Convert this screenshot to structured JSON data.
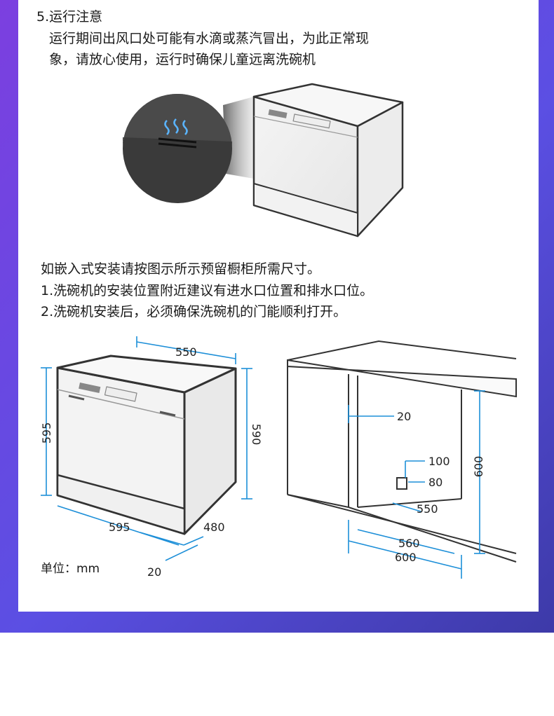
{
  "section": {
    "title": "5.运行注意",
    "line1": "运行期间出风口处可能有水滴或蒸汽冒出，为此正常现",
    "line2": "象，请放心使用，运行时确保儿童远离洗碗机"
  },
  "install": {
    "line1": "如嵌入式安装请按图示所示预留橱柜所需尺寸。",
    "line2": "1.洗碗机的安装位置附近建议有进水口位置和排水口位。",
    "line3": "2.洗碗机安装后，必须确保洗碗机的门能顺利打开。"
  },
  "unit_label": "单位：mm",
  "dims_appliance": {
    "top_width": "550",
    "left_height": "595",
    "right_height": "590",
    "bottom_width": "595",
    "depth": "480",
    "gap": "20"
  },
  "dims_cabinet": {
    "side_gap": "20",
    "drain_height": "100",
    "drain_width": "80",
    "inner_depth": "550",
    "height": "600",
    "inner_width": "560",
    "outer_width": "600"
  },
  "colors": {
    "accent_blue": "#1d8fd8",
    "gradient_start": "#7c3fe0",
    "gradient_end": "#3d3aa8"
  }
}
